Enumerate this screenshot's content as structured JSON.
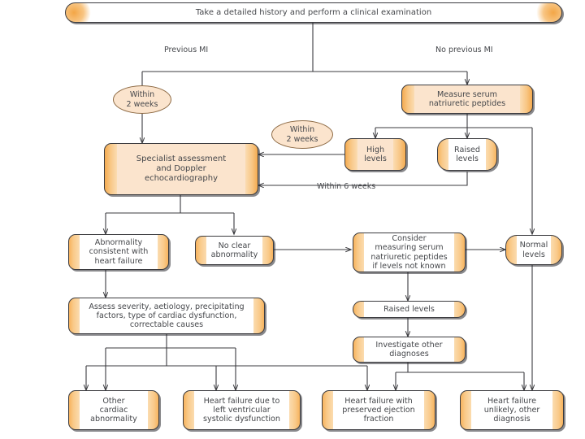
{
  "chart_data": {
    "type": "diagram",
    "title": "Heart failure diagnostic pathway flowchart",
    "nodes": [
      {
        "id": "start",
        "label": "Take a detailed history and perform a clinical examination",
        "shape": "pill-bar",
        "fill": "white"
      },
      {
        "id": "within2a",
        "label": "Within\n2 weeks",
        "shape": "ellipse",
        "fill": "peach"
      },
      {
        "id": "within2b",
        "label": "Within\n2 weeks",
        "shape": "ellipse",
        "fill": "peach"
      },
      {
        "id": "measure",
        "label": "Measure serum\nnatriuretic peptides",
        "shape": "rounded",
        "fill": "peach"
      },
      {
        "id": "specialist",
        "label": "Specialist assessment\nand Doppler\nechocardiography",
        "shape": "rounded",
        "fill": "peach"
      },
      {
        "id": "high",
        "label": "High\nlevels",
        "shape": "rounded",
        "fill": "peach"
      },
      {
        "id": "raised1",
        "label": "Raised\nlevels",
        "shape": "rounded",
        "fill": "white"
      },
      {
        "id": "abnormality",
        "label": "Abnormality\nconsistent with\nheart failure",
        "shape": "rounded",
        "fill": "white"
      },
      {
        "id": "noclear",
        "label": "No clear\nabnormality",
        "shape": "rounded",
        "fill": "white"
      },
      {
        "id": "consider",
        "label": "Consider\nmeasuring serum\nnatriuretic peptides\nif levels not known",
        "shape": "rounded",
        "fill": "white"
      },
      {
        "id": "normal",
        "label": "Normal\nlevels",
        "shape": "rounded",
        "fill": "white"
      },
      {
        "id": "assess",
        "label": "Assess severity, aetiology, precipitating\nfactors, type of cardiac dysfunction,\ncorrectable causes",
        "shape": "rounded",
        "fill": "white"
      },
      {
        "id": "raised2",
        "label": "Raised levels",
        "shape": "rounded",
        "fill": "white"
      },
      {
        "id": "investigate",
        "label": "Investigate other\ndiagnoses",
        "shape": "rounded",
        "fill": "white"
      },
      {
        "id": "other",
        "label": "Other\ncardiac\nabnormality",
        "shape": "rounded",
        "fill": "white"
      },
      {
        "id": "lvsd",
        "label": "Heart failure due to\nleft ventricular\nsystolic dysfunction",
        "shape": "rounded",
        "fill": "white"
      },
      {
        "id": "hfpef",
        "label": "Heart failure with\npreserved ejection\nfraction",
        "shape": "rounded",
        "fill": "white"
      },
      {
        "id": "unlikely",
        "label": "Heart failure\nunlikely, other\ndiagnosis",
        "shape": "rounded",
        "fill": "white"
      }
    ],
    "edge_labels": [
      "Previous MI",
      "No previous MI",
      "Within 6 weeks"
    ],
    "colors": {
      "accent": "#f4ab50",
      "box_fill": "#fbe4cd",
      "line": "#3b3b3f",
      "text": "#45474b",
      "background": "#ffffff"
    }
  },
  "flow": {
    "start": {
      "label": "Take a detailed history and perform a clinical examination"
    },
    "branch_left_label": "Previous MI",
    "branch_right_label": "No previous MI",
    "within_2_weeks_left": "Within\n2 weeks",
    "within_2_weeks_left_l1": "Within",
    "within_2_weeks_left_l2": "2 weeks",
    "within_2_weeks_right_l1": "Within",
    "within_2_weeks_right_l2": "2 weeks",
    "within_6_weeks_label": "Within 6 weeks",
    "measure": {
      "l1": "Measure serum",
      "l2": "natriuretic peptides"
    },
    "specialist": {
      "l1": "Specialist assessment",
      "l2": "and Doppler",
      "l3": "echocardiography"
    },
    "high_levels": {
      "l1": "High",
      "l2": "levels"
    },
    "raised_levels_top": {
      "l1": "Raised",
      "l2": "levels"
    },
    "abnormality": {
      "l1": "Abnormality",
      "l2": "consistent with",
      "l3": "heart failure"
    },
    "no_clear": {
      "l1": "No clear",
      "l2": "abnormality"
    },
    "consider": {
      "l1": "Consider",
      "l2": "measuring serum",
      "l3": "natriuretic peptides",
      "l4": "if levels not known"
    },
    "normal_levels": {
      "l1": "Normal",
      "l2": "levels"
    },
    "assess": {
      "l1": "Assess severity, aetiology, precipitating",
      "l2": "factors, type of cardiac dysfunction,",
      "l3": "correctable causes"
    },
    "raised_levels_mid": {
      "l1": "Raised levels"
    },
    "investigate": {
      "l1": "Investigate other",
      "l2": "diagnoses"
    },
    "outcome_other": {
      "l1": "Other",
      "l2": "cardiac",
      "l3": "abnormality"
    },
    "outcome_lvsd": {
      "l1": "Heart failure due to",
      "l2": "left ventricular",
      "l3": "systolic dysfunction"
    },
    "outcome_hfpef": {
      "l1": "Heart failure with",
      "l2": "preserved ejection",
      "l3": "fraction"
    },
    "outcome_unlikely": {
      "l1": "Heart failure",
      "l2": "unlikely, other",
      "l3": "diagnosis"
    }
  }
}
